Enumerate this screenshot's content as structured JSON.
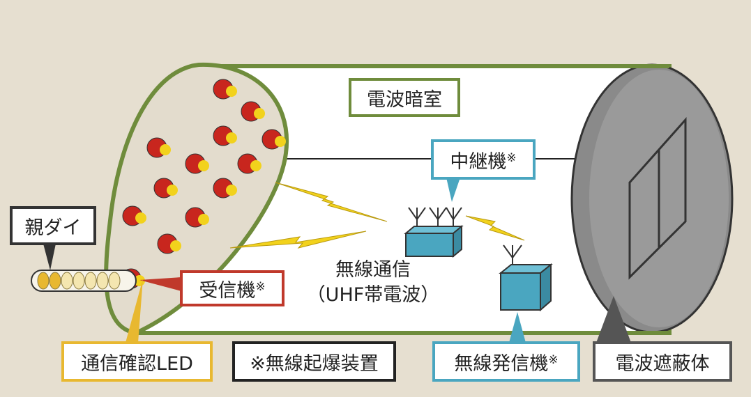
{
  "colors": {
    "background": "#e6dfd0",
    "chamber_outline": "#6f8c3c",
    "relay": "#4aa6c0",
    "receiver": "#c0392b",
    "led": "#e8b830",
    "shield": "#8a8a8a",
    "detonator_red": "#c8261e",
    "detonator_tip": "#f2d21c"
  },
  "labels": {
    "chamber": "電波暗室",
    "relay": "中継機",
    "relay_mark": "※",
    "parent": "親ダイ",
    "receiver": "受信機",
    "receiver_mark": "※",
    "comm_line1": "無線通信",
    "comm_line2": "（UHF帯電波）",
    "led": "通信確認LED",
    "device_note": "※無線起爆装置",
    "transmitter": "無線発信機",
    "transmitter_mark": "※",
    "shield": "電波遮蔽体"
  }
}
